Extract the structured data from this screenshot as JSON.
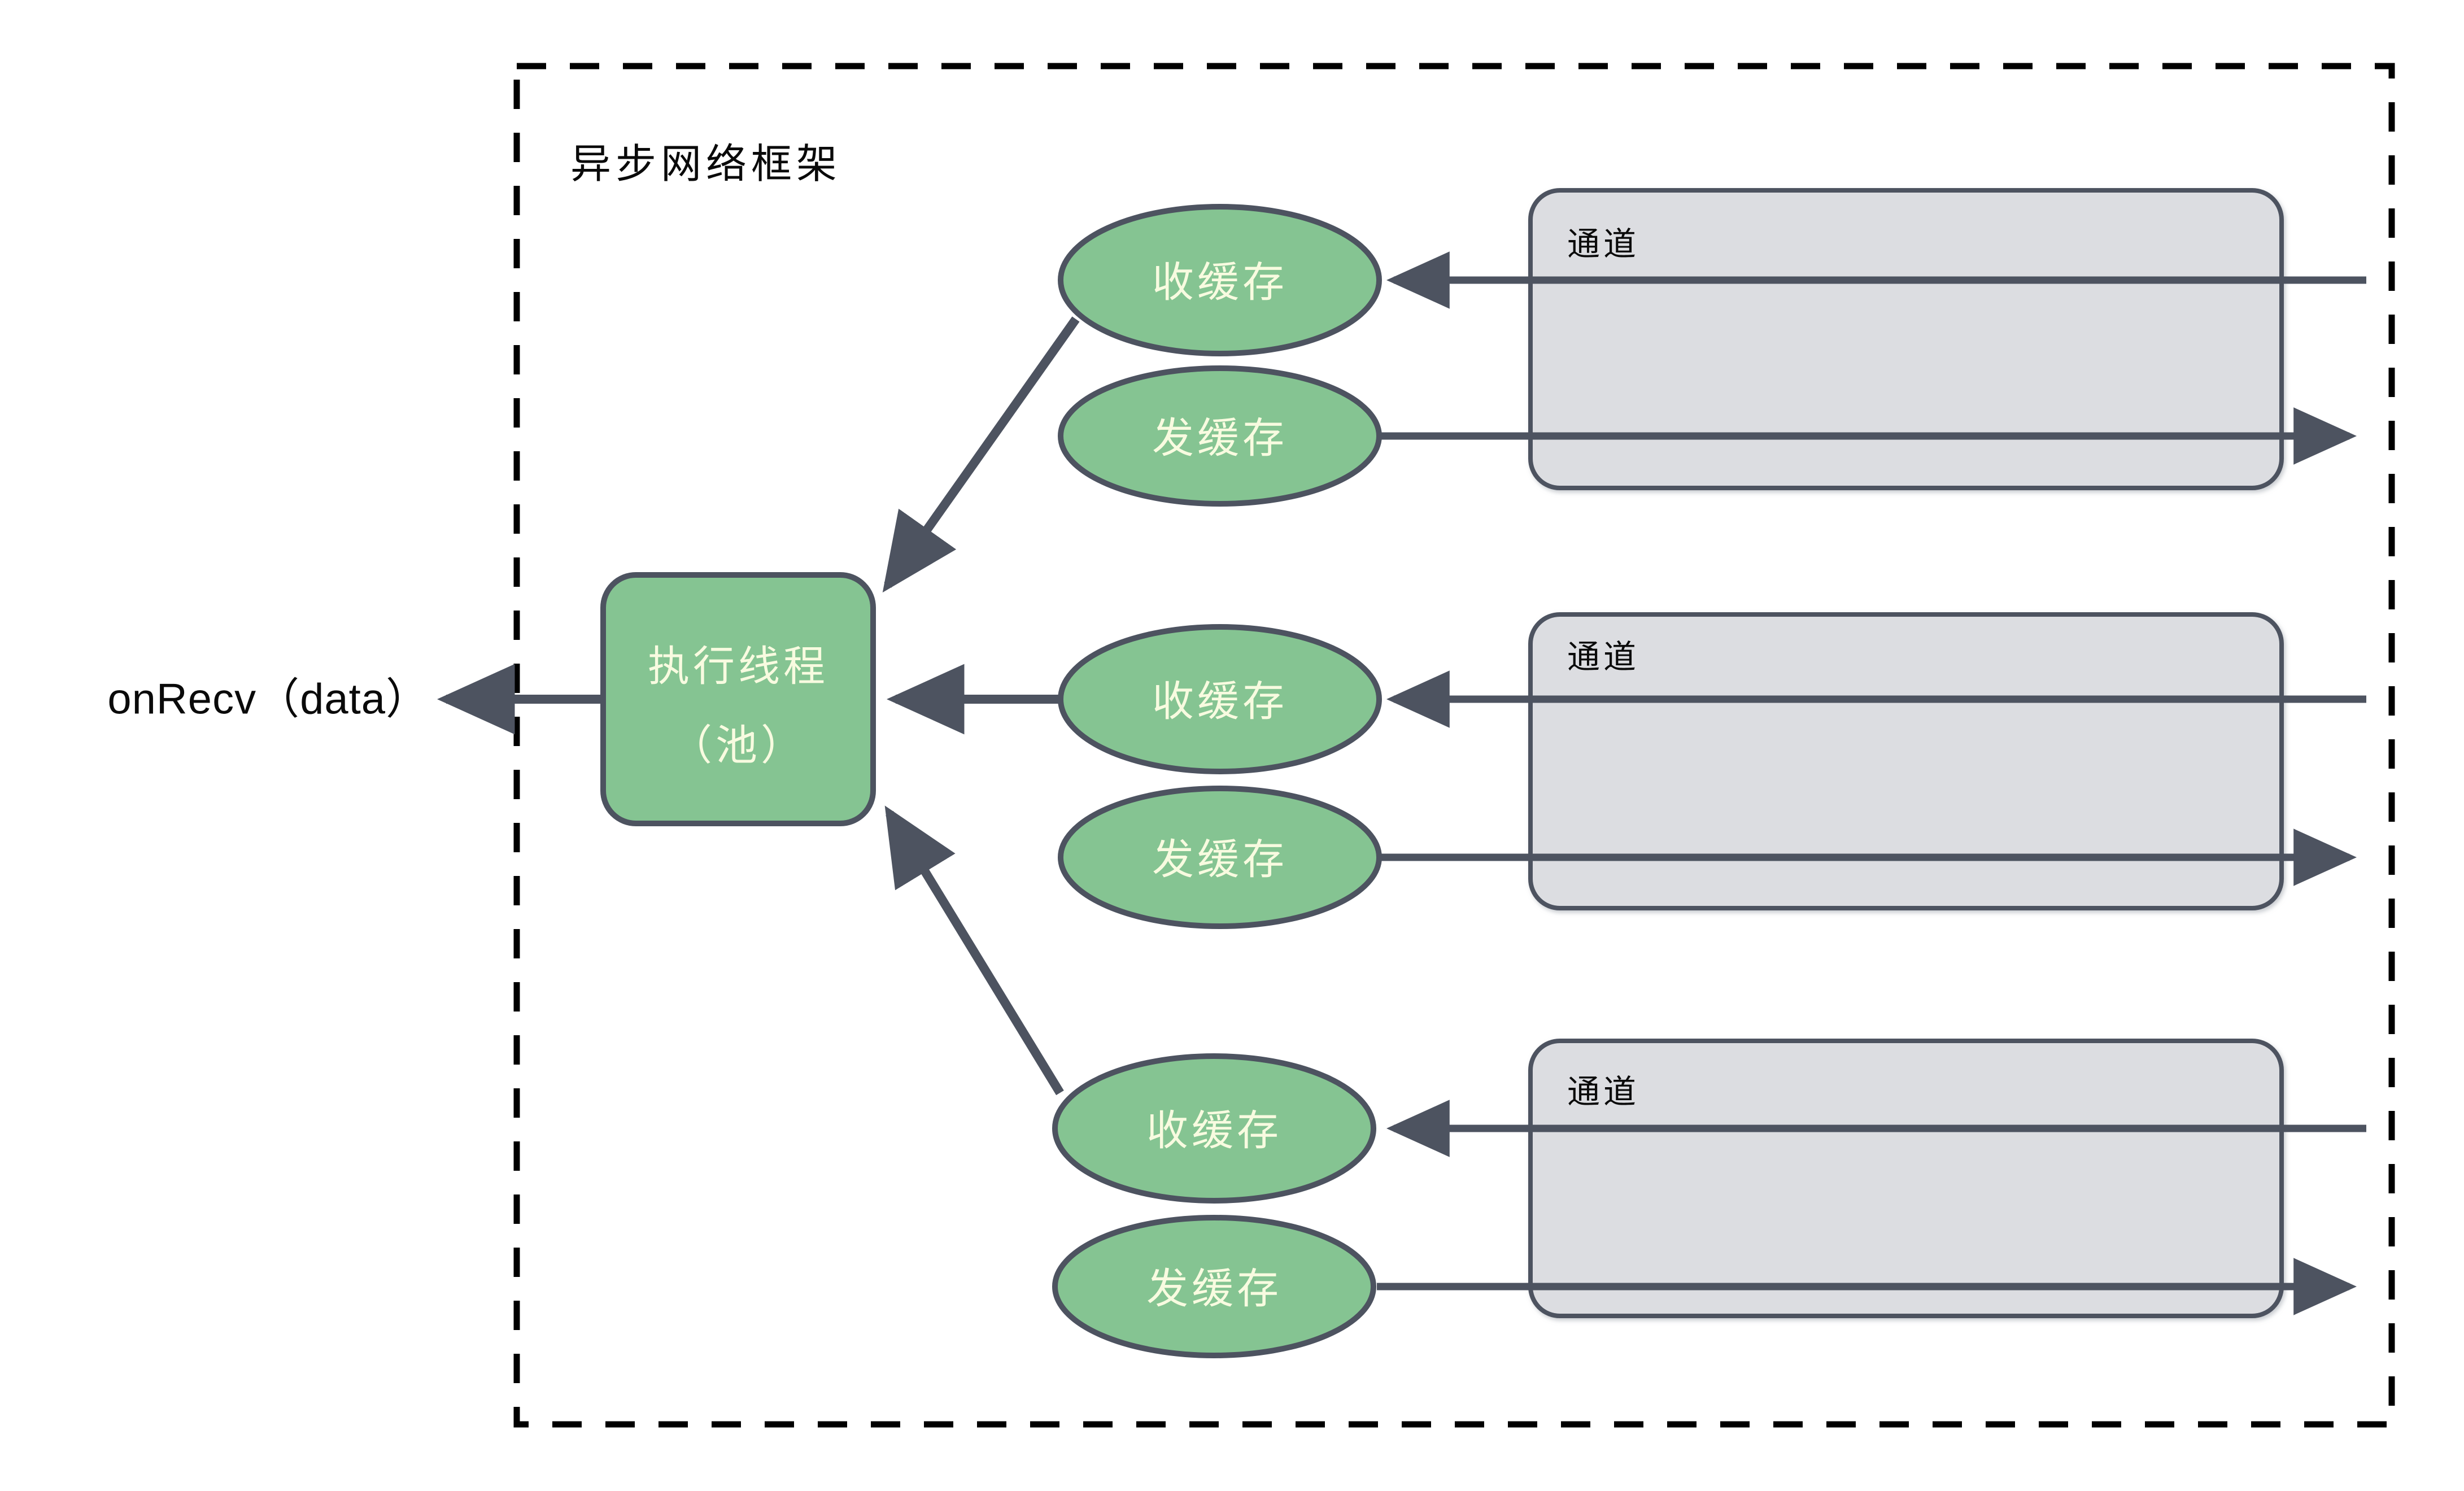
{
  "diagram": {
    "frame": {
      "title": "异步网络框架",
      "border_style": "dashed",
      "border_color": "#000000"
    },
    "callout": {
      "label": "onRecv（data）"
    },
    "thread_pool": {
      "line1": "执行线程",
      "line2": "（池）",
      "fill": "#85c492",
      "stroke": "#4d5360",
      "text_color": "#f8fbe0"
    },
    "groups": [
      {
        "id": "group-1",
        "recv_buffer": "收缓存",
        "send_buffer": "发缓存",
        "channel": "通道"
      },
      {
        "id": "group-2",
        "recv_buffer": "收缓存",
        "send_buffer": "发缓存",
        "channel": "通道"
      },
      {
        "id": "group-3",
        "recv_buffer": "收缓存",
        "send_buffer": "发缓存",
        "channel": "通道"
      }
    ],
    "colors": {
      "node_fill": "#85c492",
      "node_stroke": "#4d5360",
      "node_text": "#f8fbe0",
      "channel_fill": "#dcdde1",
      "channel_stroke": "#4d5360",
      "edge": "#4d5360",
      "frame": "#000000",
      "background": "#ffffff"
    }
  }
}
